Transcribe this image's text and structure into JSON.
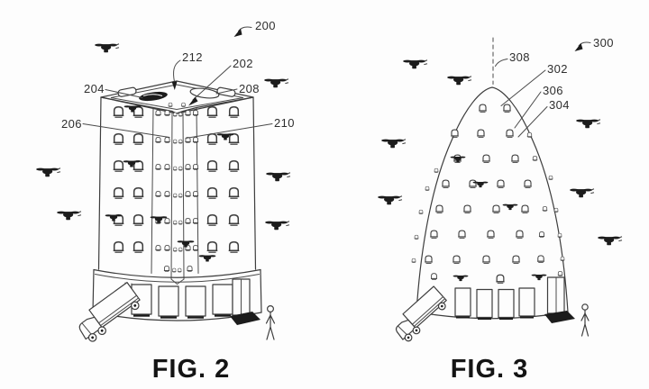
{
  "page": {
    "background_color": "#fdfdfd",
    "ink_color": "#3d3d3d",
    "dark_fill_color": "#1c1c1c"
  },
  "fig2": {
    "caption": "FIG. 2",
    "ref": "200",
    "callouts": {
      "c202": "202",
      "c204": "204",
      "c206": "206",
      "c208": "208",
      "c210": "210",
      "c212": "212"
    }
  },
  "fig3": {
    "caption": "FIG. 3",
    "ref": "300",
    "callouts": {
      "c302": "302",
      "c304": "304",
      "c306": "306",
      "c308": "308"
    }
  },
  "icons": {
    "drone": "quadcopter-delivery-drone-silhouette",
    "perched_drone": "drone-at-bay-opening",
    "arch_window": "arched-drone-bay-opening",
    "landing_pad": "rooftop-landing-pad-oval",
    "truck": "delivery-box-truck",
    "person": "pedestrian-stick-figure"
  }
}
